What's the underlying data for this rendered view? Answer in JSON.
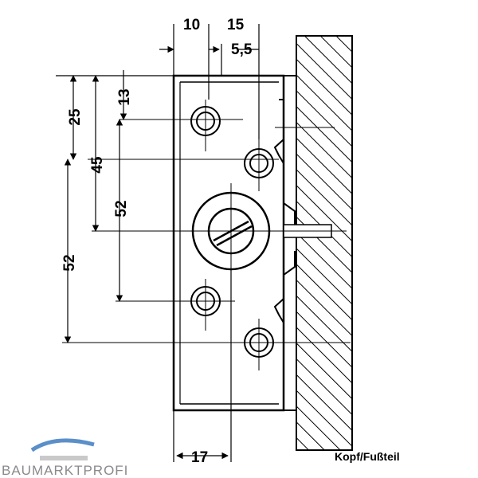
{
  "caption": "Kopf/Fußteil",
  "brand": {
    "name": "BAUMARKTPROFI",
    "colors": {
      "primary": "#8a8a8a",
      "accent": "#5b8fc9"
    }
  },
  "dimensions": {
    "top_10": "10",
    "top_15": "15",
    "top_5_5": "5,5",
    "left_13": "13",
    "left_25": "25",
    "left_45": "45",
    "left_52_inner": "52",
    "left_52_outer": "52",
    "bottom_17": "17"
  },
  "colors": {
    "ink": "#000000",
    "background": "#ffffff"
  }
}
